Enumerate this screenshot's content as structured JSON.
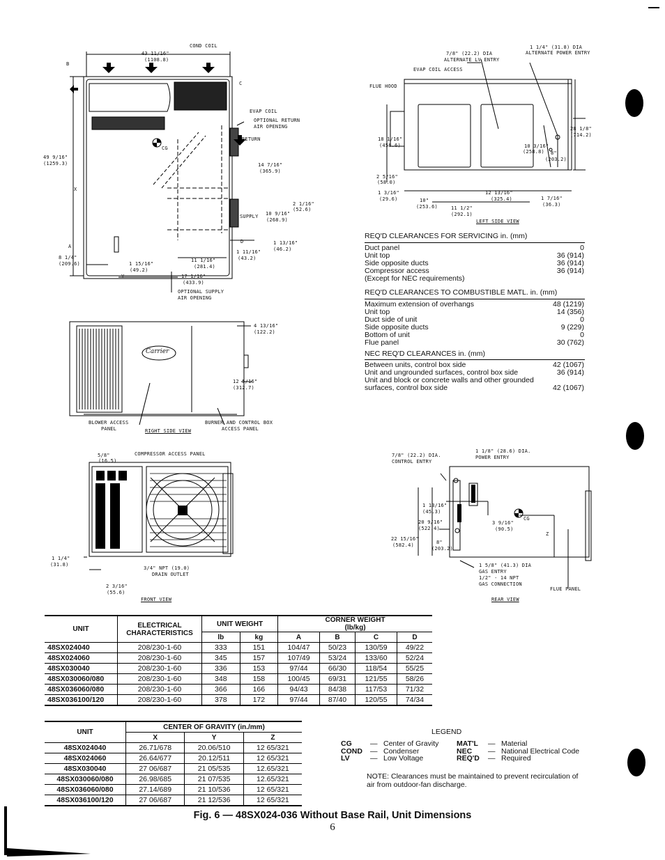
{
  "top_view": {
    "labels": {
      "cond_coil": "COND COIL",
      "w_dim": "43 11/16\"",
      "w_mm": "(1108.8)",
      "b": "B",
      "c": "C",
      "evap_coil": "EVAP COIL",
      "opt_return_1": "OPTIONAL RETURN",
      "opt_return_2": "AIR OPENING",
      "return": "RETURN",
      "d14": "14 7/16\"",
      "d14mm": "(365.9)",
      "cg": "CG",
      "h_dim": "49 9/16\"",
      "h_mm": "(1259.3)",
      "x": "X",
      "d2": "2 1/16\"",
      "d2mm": "(52.6)",
      "supply": "SUPPLY",
      "d10": "10 9/16\"",
      "d10mm": "(268.9)",
      "d": "D",
      "d1_13": "1 13/16\"",
      "d1_13mm": "(46.2)",
      "d1_11": "1 11/16\"",
      "d1_11mm": "(43.2)",
      "a": "A",
      "d8": "8 1/4\"",
      "d8mm": "(209.6)",
      "d1_15": "1 15/16\"",
      "d1_15mm": "(49.2)",
      "d11": "11 1/16\"",
      "d11mm": "(281.4)",
      "d17": "17 1/16\"",
      "d17mm": "(433.9)",
      "y": "Y",
      "opt_supply_1": "OPTIONAL SUPPLY",
      "opt_supply_2": "AIR OPENING"
    }
  },
  "left_view": {
    "labels": {
      "alt_power_1": "1 1/4\" (31.8) DIA",
      "alt_power_2": "ALTERNATE POWER ENTRY",
      "alt_lv_1": "7/8\" (22.2) DIA",
      "alt_lv_2": "ALTERNATE LV ENTRY",
      "evap_access": "EVAP COIL ACCESS",
      "flue_hood": "FLUE HOOD",
      "d18": "18 1/16\"",
      "d18mm": "(458.6)",
      "d28": "28 1/8\"",
      "d28mm": "(714.2)",
      "d10_3": "10 3/16\"",
      "d10_3mm": "(258.8)",
      "d8": "8\"",
      "d8mm": "(203.2)",
      "d2_5": "2 5/16\"",
      "d2_5mm": "(58.0)",
      "d1_3": "1 3/16\"",
      "d1_3mm": "(29.6)",
      "d10": "10\"",
      "d10mm": "(253.6)",
      "d11": "11 1/2\"",
      "d11mm": "(292.1)",
      "d12": "12 13/16\"",
      "d12mm": "(325.4)",
      "d1_7": "1 7/16\"",
      "d1_7mm": "(36.3)",
      "caption": "LEFT SIDE VIEW"
    }
  },
  "service_clearances": {
    "title": "REQ'D CLEARANCES FOR SERVICING in. (mm)",
    "rows": [
      {
        "label": "Duct panel",
        "value": "0"
      },
      {
        "label": "Unit top",
        "value": "36 (914)"
      },
      {
        "label": "Side opposite ducts",
        "value": "36 (914)"
      },
      {
        "label": "Compressor access",
        "value": "36 (914)"
      }
    ],
    "note": "(Except for NEC requirements)"
  },
  "combustible_clearances": {
    "title": "REQ'D CLEARANCES TO COMBUSTIBLE MATL. in. (mm)",
    "rows": [
      {
        "label": "Maximum extension of overhangs",
        "value": "48 (1219)"
      },
      {
        "label": "Unit top",
        "value": "14 (356)"
      },
      {
        "label": "Duct side of unit",
        "value": "0"
      },
      {
        "label": "Side opposite ducts",
        "value": "9 (229)"
      },
      {
        "label": "Bottom of unit",
        "value": "0"
      },
      {
        "label": "Flue panel",
        "value": "30 (762)"
      }
    ]
  },
  "nec_clearances": {
    "title": "NEC REQ'D CLEARANCES in. (mm)",
    "rows": [
      {
        "label": "Between units, control box side",
        "value": "42 (1067)"
      },
      {
        "label": "Unit and ungrounded surfaces, control box side",
        "value": "36 (914)"
      },
      {
        "label": "Unit and block or concrete walls and other grounded",
        "value": ""
      },
      {
        "label": "surfaces, control box side",
        "value": "42 (1067)"
      }
    ]
  },
  "right_view": {
    "labels": {
      "logo": "Carrier",
      "d4": "4 13/16\"",
      "d4mm": "(122.2)",
      "d12": "12 5/16\"",
      "d12mm": "(312.7)",
      "blower_1": "BLOWER ACCESS",
      "blower_2": "PANEL",
      "burner_1": "BURNER AND CONTROL BOX",
      "burner_2": "ACCESS PANEL",
      "caption": "RIGHT SIDE VIEW"
    }
  },
  "front_view": {
    "labels": {
      "d5_8": "5/8\"",
      "d5_8mm": "(16.5)",
      "compressor": "COMPRESSOR ACCESS PANEL",
      "d1_1": "1 1/4\"",
      "d1_1mm": "(31.8)",
      "drain_1": "3/4\" NPT (19.0)",
      "drain_2": "DRAIN OUTLET",
      "d2_3": "2 3/16\"",
      "d2_3mm": "(55.6)",
      "caption": "FRONT VIEW"
    }
  },
  "rear_view": {
    "labels": {
      "ctrl_1": "7/8\" (22.2) DIA.",
      "ctrl_2": "CONTROL ENTRY",
      "pwr_1": "1 1/8\" (28.6) DIA.",
      "pwr_2": "POWER ENTRY",
      "d1_13": "1 13/16\"",
      "d1_13mm": "(45.3)",
      "d20": "20 9/16\"",
      "d20mm": "(522.4)",
      "d22": "22 15/16\"",
      "d22mm": "(582.4)",
      "d8": "8\"",
      "d8mm": "(203.2)",
      "d3": "3 9/16\"",
      "d3mm": "(90.5)",
      "cg": "CG",
      "z": "Z",
      "gas_1": "1 5/8\" (41.3) DIA",
      "gas_2": "GAS ENTRY",
      "gas_3": "1/2\" - 14 NPT",
      "gas_4": "GAS CONNECTION",
      "flue": "FLUE PANEL",
      "caption": "REAR VIEW"
    }
  },
  "weight_table": {
    "headers": {
      "unit": "UNIT",
      "elec_1": "ELECTRICAL",
      "elec_2": "CHARACTERISTICS",
      "weight": "UNIT WEIGHT",
      "lb": "lb",
      "kg": "kg",
      "corner_1": "CORNER WEIGHT",
      "corner_2": "(lb/kg)",
      "a": "A",
      "b": "B",
      "c": "C",
      "d": "D"
    },
    "rows": [
      {
        "unit": "48SX024040",
        "elec": "208/230-1-60",
        "lb": "333",
        "kg": "151",
        "a": "104/47",
        "b": "50/23",
        "c": "130/59",
        "d": "49/22"
      },
      {
        "unit": "48SX024060",
        "elec": "208/230-1-60",
        "lb": "345",
        "kg": "157",
        "a": "107/49",
        "b": "53/24",
        "c": "133/60",
        "d": "52/24"
      },
      {
        "unit": "48SX030040",
        "elec": "208/230-1-60",
        "lb": "336",
        "kg": "153",
        "a": "97/44",
        "b": "66/30",
        "c": "118/54",
        "d": "55/25"
      },
      {
        "unit": "48SX030060/080",
        "elec": "208/230-1-60",
        "lb": "348",
        "kg": "158",
        "a": "100/45",
        "b": "69/31",
        "c": "121/55",
        "d": "58/26"
      },
      {
        "unit": "48SX036060/080",
        "elec": "208/230-1-60",
        "lb": "366",
        "kg": "166",
        "a": "94/43",
        "b": "84/38",
        "c": "117/53",
        "d": "71/32"
      },
      {
        "unit": "48SX036100/120",
        "elec": "208/230-1-60",
        "lb": "378",
        "kg": "172",
        "a": "97/44",
        "b": "87/40",
        "c": "120/55",
        "d": "74/34"
      }
    ]
  },
  "cg_table": {
    "headers": {
      "unit": "UNIT",
      "cg": "CENTER OF GRAVITY (in./mm)",
      "x": "X",
      "y": "Y",
      "z": "Z"
    },
    "rows": [
      {
        "unit": "48SX024040",
        "x": "26.71/678",
        "y": "20.06/510",
        "z": "12 65/321"
      },
      {
        "unit": "48SX024060",
        "x": "26.64/677",
        "y": "20.12/511",
        "z": "12 65/321"
      },
      {
        "unit": "48SX030040",
        "x": "27 06/687",
        "y": "21 05/535",
        "z": "12.65/321"
      },
      {
        "unit": "48SX030060/080",
        "x": "26.98/685",
        "y": "21 07/535",
        "z": "12.65/321"
      },
      {
        "unit": "48SX036060/080",
        "x": "27.14/689",
        "y": "21 10/536",
        "z": "12 65/321"
      },
      {
        "unit": "48SX036100/120",
        "x": "27 06/687",
        "y": "21 12/536",
        "z": "12 65/321"
      }
    ]
  },
  "legend": {
    "title": "LEGEND",
    "left": [
      {
        "abbr": "CG",
        "text": "Center of Gravity"
      },
      {
        "abbr": "COND",
        "text": "Condenser"
      },
      {
        "abbr": "LV",
        "text": "Low Voltage"
      }
    ],
    "right": [
      {
        "abbr": "MAT'L",
        "text": "Material"
      },
      {
        "abbr": "NEC",
        "text": "National Electrical Code"
      },
      {
        "abbr": "REQ'D",
        "text": "Required"
      }
    ],
    "note_1": "NOTE: Clearances must be maintained to prevent recirculation of",
    "note_2": "air from outdoor-fan discharge."
  },
  "figure_caption": "Fig. 6 — 48SX024-036 Without Base Rail, Unit Dimensions",
  "page_number": "6"
}
